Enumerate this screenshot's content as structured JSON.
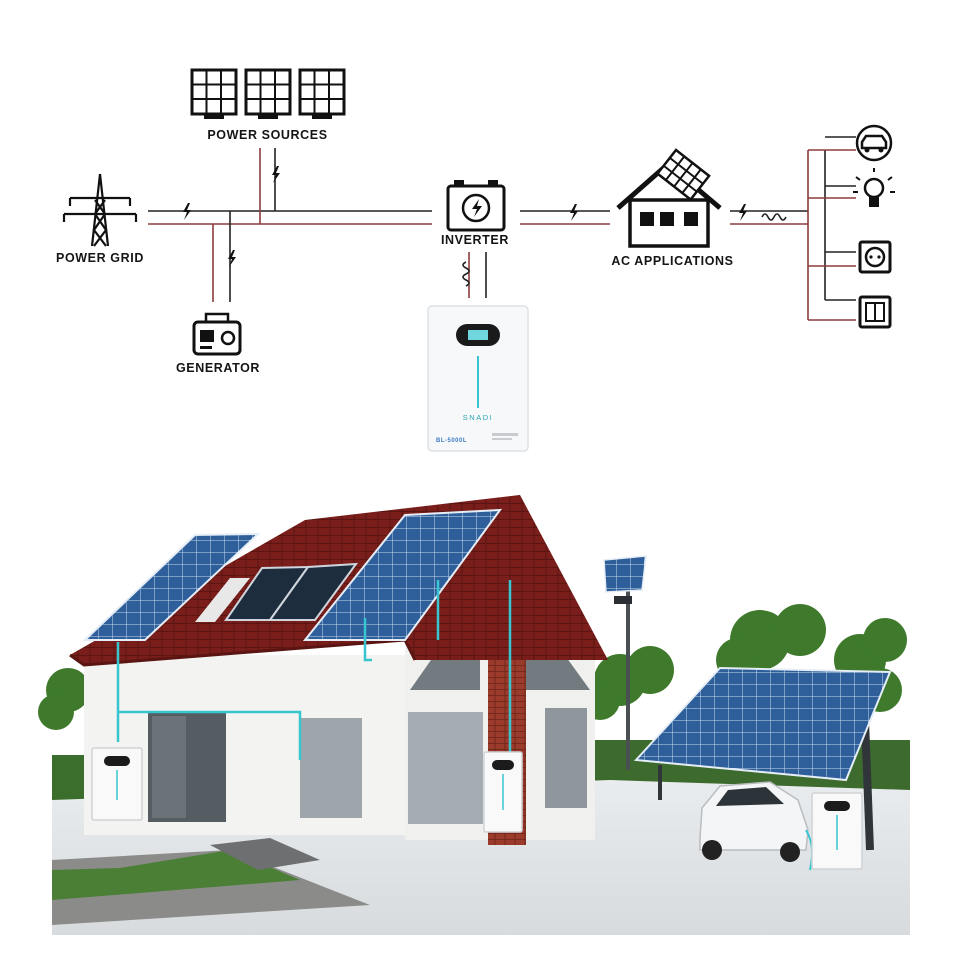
{
  "labels": {
    "power_sources": "POWER SOURCES",
    "power_grid": "POWER GRID",
    "generator": "GENERATOR",
    "inverter": "INVERTER",
    "ac_applications": "AC APPLICATIONS"
  },
  "device": {
    "brand": "SNADI",
    "model": "BL-5000L"
  },
  "colors": {
    "line_dark": "#222222",
    "line_red": "#8e3c3c",
    "accent_cyan": "#37c6cf",
    "roof_red": "#7d1f1c",
    "panel_blue": "#2f5f9a",
    "grass": "#3d7a2a"
  },
  "icons": [
    "solar-panel-icon",
    "transmission-tower-icon",
    "generator-icon",
    "inverter-icon",
    "house-icon",
    "ev-car-icon",
    "light-bulb-icon",
    "power-socket-icon",
    "wall-switch-icon",
    "lightning-icon",
    "resistor-icon"
  ]
}
